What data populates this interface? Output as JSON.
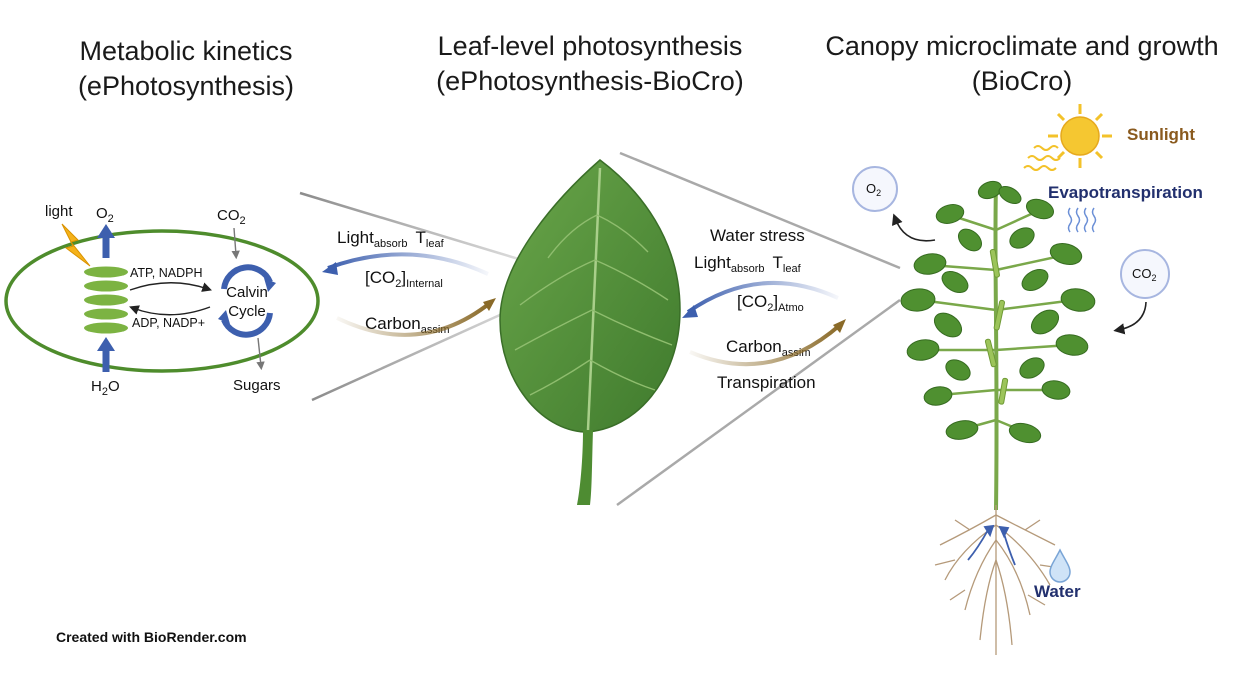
{
  "titles": {
    "left_1": "Metabolic kinetics",
    "left_2": "(ePhotosynthesis)",
    "middle_1": "Leaf-level photosynthesis",
    "middle_2": "(ePhotosynthesis-BioCro)",
    "right_1": "Canopy microclimate and growth",
    "right_2": "(BioCro)"
  },
  "chloroplast": {
    "light": "light",
    "o2": "O",
    "o2_sub": "2",
    "co2": "CO",
    "co2_sub": "2",
    "h2o_h": "H",
    "h2o_sub": "2",
    "h2o_o": "O",
    "atp_nadph": "ATP, NADPH",
    "adp_nadp": "ADP, NADP+",
    "calvin_1": "Calvin",
    "calvin_2": "Cycle",
    "sugars": "Sugars"
  },
  "left_exchange": {
    "light": "Light",
    "light_sub": "absorb",
    "tleaf": "T",
    "tleaf_sub": "leaf",
    "co2_open": "[CO",
    "co2_sub": "2",
    "co2_close": "]",
    "co2_sub2": "Internal",
    "carbon": "Carbon",
    "carbon_sub": "assim"
  },
  "right_exchange": {
    "water_stress": "Water stress",
    "light": "Light",
    "light_sub": "absorb",
    "tleaf": "T",
    "tleaf_sub": "leaf",
    "co2_open": "[CO",
    "co2_sub": "2",
    "co2_close": "]",
    "co2_sub2": "Atmo",
    "carbon": "Carbon",
    "carbon_sub": "assim",
    "transpiration": "Transpiration"
  },
  "canopy": {
    "sunlight": "Sunlight",
    "evapotranspiration": "Evapotranspiration",
    "o2": "O",
    "o2_sub": "2",
    "co2": "CO",
    "co2_sub": "2",
    "water": "Water"
  },
  "credit": "Created with BioRender.com",
  "colors": {
    "leaf_green": "#5e9a3c",
    "dark_green": "#3e7a2a",
    "blue_arrow": "#3d5fae",
    "brown_arrow": "#8a6a28",
    "sun_yellow": "#f3c22a",
    "navy_text": "#22306e",
    "brown_text": "#8a5a1e",
    "gray_line": "#8c8c8c"
  }
}
